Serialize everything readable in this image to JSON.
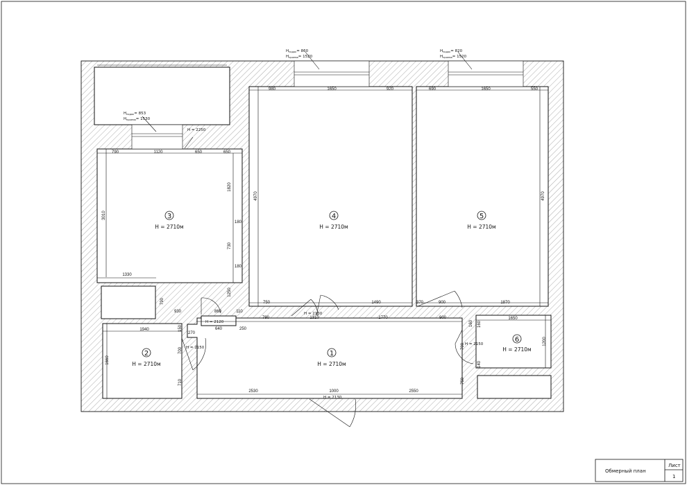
{
  "title_block": {
    "sheet_label": "Лист",
    "sheet_number": "1",
    "title": "Обмерный план"
  },
  "rooms": [
    {
      "number": "1",
      "height": "H = 2710м"
    },
    {
      "number": "2",
      "height": "H = 2710м"
    },
    {
      "number": "3",
      "height": "H = 2710м"
    },
    {
      "number": "4",
      "height": "H = 2710м"
    },
    {
      "number": "5",
      "height": "H = 2710м"
    },
    {
      "number": "6",
      "height": "H = 2710м"
    }
  ],
  "windows": [
    {
      "h_sill": "H",
      "h_sill_sub": "подок",
      "h_sill_val": "= 853",
      "h_open": "H",
      "h_open_sub": "проема",
      "h_open_val": "= 1530"
    },
    {
      "h_sill": "H",
      "h_sill_sub": "подок",
      "h_sill_val": "= 860",
      "h_open": "H",
      "h_open_sub": "проема",
      "h_open_val": "= 1520"
    },
    {
      "h_sill": "H",
      "h_sill_sub": "подок",
      "h_sill_val": "= 820",
      "h_open": "H",
      "h_open_sub": "проема",
      "h_open_val": "= 1520"
    }
  ],
  "door_heights": {
    "balcony": "H = 2250",
    "room4": "H = 2130",
    "room3": "H = 2120",
    "room2": "H = 2150",
    "room6": "H = 2150",
    "entrance": "H = 2130"
  },
  "dimensions": {
    "r4_top": [
      "980",
      "1650",
      "920"
    ],
    "r4_side": "4970",
    "r4_bottom_left": "750",
    "r4_bottom_right": "1490",
    "r5_top": [
      "690",
      "1650",
      "550"
    ],
    "r5_side": "4970",
    "r5_bottom_left": "370",
    "r5_bottom_door": "900",
    "r5_bottom_right": "1870",
    "r3_top": [
      "790",
      "1120",
      "650",
      "650"
    ],
    "r3_left": "3010",
    "r3_right_top": "1820",
    "r3_niche1": "180",
    "r3_mid": "730",
    "r3_niche2": "180",
    "r3_right_bottom": "1250",
    "r3_bottom": "1330",
    "closet_side": "790",
    "closet_bottom": "930",
    "hall_door_w": "860",
    "hall_small": "110",
    "r2_top": "1940",
    "r2_left": "1660",
    "r2_right_top": "150",
    "r2_right_mid": "700",
    "r2_right_bottom": "710",
    "hall_left_top": "640",
    "hall_left_small": "270",
    "hall_step": "250",
    "c_top": [
      "790",
      "1310",
      "1770",
      "900"
    ],
    "hall_bottom": [
      "2530",
      "1000",
      "2550"
    ],
    "hall_right": "750",
    "hall_right_door": "700",
    "r6_top": "1650",
    "r6_side": "1200",
    "r6_left_small": "160",
    "r6_left_small2": "140",
    "r6_left_a": "160"
  }
}
